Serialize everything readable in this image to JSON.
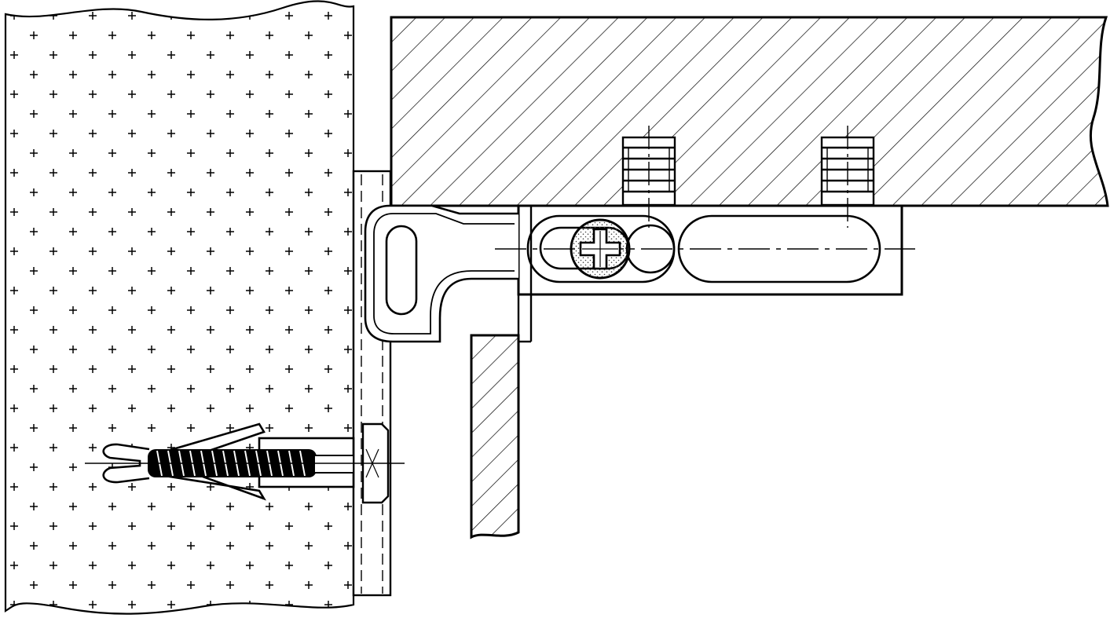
{
  "diagram": {
    "kind": "technical-section-drawing",
    "stroke_color": "#000000",
    "background_color": "#ffffff",
    "speckle_color": "#555555",
    "parts": [
      "wall",
      "mounting-plate",
      "wall-dowel",
      "wall-screw",
      "cabinet-top-panel",
      "side-panel",
      "hanger-bracket",
      "adjustment-screw",
      "cabinet-dowel-front",
      "cabinet-dowel-rear"
    ]
  }
}
